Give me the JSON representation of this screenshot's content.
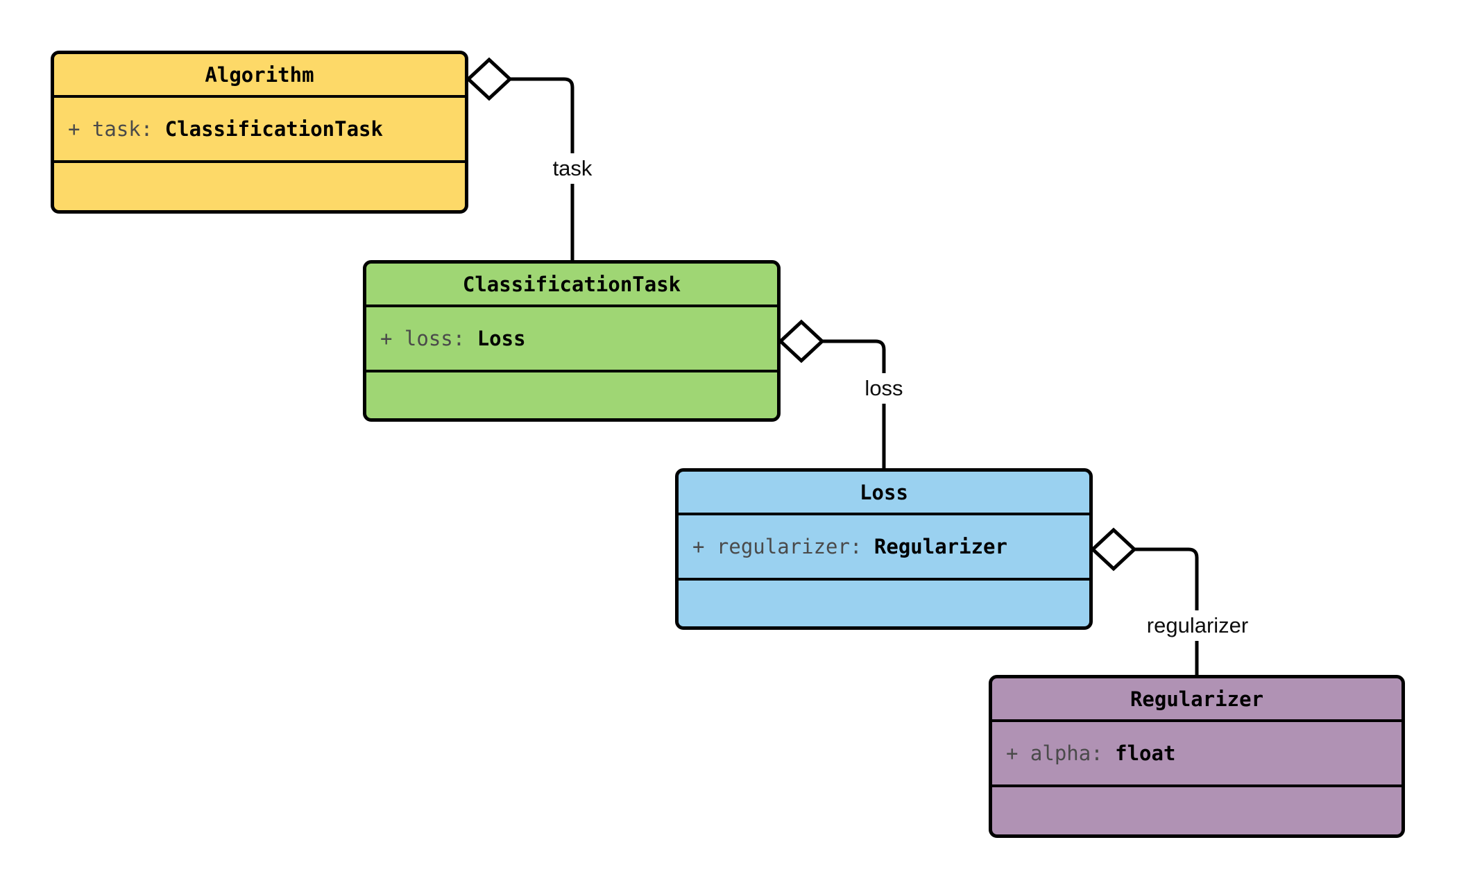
{
  "diagram": {
    "background_color": "#ffffff",
    "stroke_color": "#000000",
    "classes": [
      {
        "name": "Algorithm",
        "fill": "#FDD968",
        "attribute_prefix": "+ task: ",
        "attribute_type": "ClassificationTask",
        "methods": ""
      },
      {
        "name": "ClassificationTask",
        "fill": "#9FD674",
        "attribute_prefix": "+ loss: ",
        "attribute_type": "Loss",
        "methods": ""
      },
      {
        "name": "Loss",
        "fill": "#9AD1F0",
        "attribute_prefix": "+ regularizer: ",
        "attribute_type": "Regularizer",
        "methods": ""
      },
      {
        "name": "Regularizer",
        "fill": "#B092B4",
        "attribute_prefix": "+ alpha: ",
        "attribute_type": "float",
        "methods": ""
      }
    ],
    "connectors": [
      {
        "label": "task",
        "from": "Algorithm",
        "to": "ClassificationTask",
        "type": "aggregation"
      },
      {
        "label": "loss",
        "from": "ClassificationTask",
        "to": "Loss",
        "type": "aggregation"
      },
      {
        "label": "regularizer",
        "from": "Loss",
        "to": "Regularizer",
        "type": "aggregation"
      }
    ]
  }
}
